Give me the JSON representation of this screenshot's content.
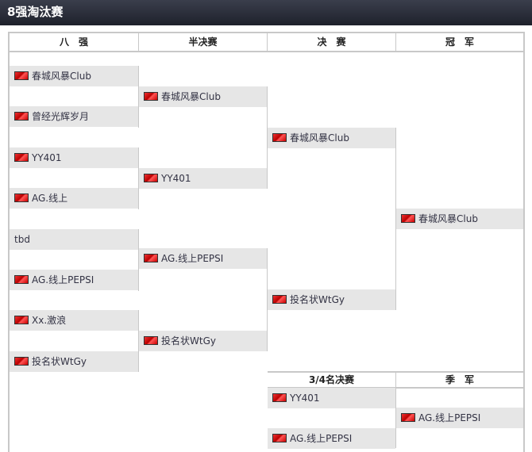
{
  "title": "8强淘汰赛",
  "headers": {
    "r8": "八　强",
    "semi": "半决赛",
    "final": "决　赛",
    "champion": "冠　军",
    "third_match": "3/4名决赛",
    "third": "季　军"
  },
  "r8": [
    {
      "name": "春城风暴Club",
      "flag": true
    },
    {
      "name": "曾经光辉岁月",
      "flag": true
    },
    {
      "name": "YY401",
      "flag": true
    },
    {
      "name": "AG.线上",
      "flag": true
    },
    {
      "name": "tbd",
      "flag": false
    },
    {
      "name": "AG.线上PEPSI",
      "flag": true
    },
    {
      "name": "Xx.激浪",
      "flag": true
    },
    {
      "name": "投名状WtGy",
      "flag": true
    }
  ],
  "semi": [
    {
      "name": "春城风暴Club"
    },
    {
      "name": "YY401"
    },
    {
      "name": "AG.线上PEPSI"
    },
    {
      "name": "投名状WtGy"
    }
  ],
  "final": [
    {
      "name": "春城风暴Club"
    },
    {
      "name": "投名状WtGy"
    }
  ],
  "champion": {
    "name": "春城风暴Club"
  },
  "third_match": [
    {
      "name": "YY401"
    },
    {
      "name": "AG.线上PEPSI"
    }
  ],
  "third": {
    "name": "AG.线上PEPSI"
  }
}
